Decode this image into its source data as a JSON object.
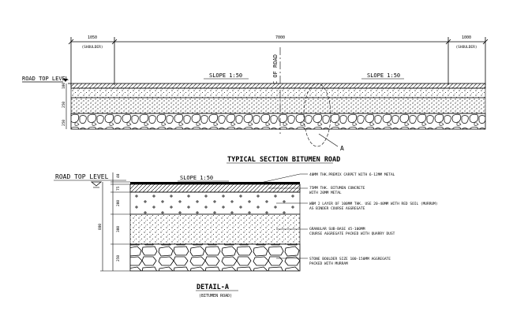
{
  "top_section": {
    "dim_left": "1050",
    "dim_center": "7000",
    "dim_right": "1000",
    "shoulder_left": "(SHOULDER)",
    "shoulder_right": "(SHOULDER)",
    "road_top_level": "ROAD TOP LEVEL",
    "slope_left": "SLOPE 1:50",
    "slope_right": "SLOPE 1:50",
    "centerline": "C OF ROAD",
    "depth_labels": [
      "100",
      "250",
      "250"
    ],
    "detail_marker": "A",
    "title": "TYPICAL SECTION BITUMEN ROAD"
  },
  "detail_section": {
    "road_top_level": "ROAD TOP LEVEL",
    "slope": "SLOPE 1:50",
    "total_depth": "880",
    "depth_labels": [
      "40",
      "75",
      "200",
      "300",
      "250"
    ],
    "notes": [
      "40MM THK.PREMIX CARPET WITH 6-12MM METAL",
      "75MM THK. BITUMEN CONCRETE",
      "WITH 20MM METAL",
      "WBM 2 LAYER OF 100MM THK. USE 20-40MM WITH RED SOIL (MURRUM)",
      "AS BINDER COURSE AGGREGATE",
      "GRANULAR SUB-BASE 45-100MM",
      "COURSE AGGREGATE PACKED WITH QUARRY DUST",
      "STONE BOULDER SIZE 100-150MM AGGREGATE",
      "PACKED WITH MURRAM"
    ],
    "title": "DETAIL-A",
    "subtitle": "(BITUMEN ROAD)"
  }
}
